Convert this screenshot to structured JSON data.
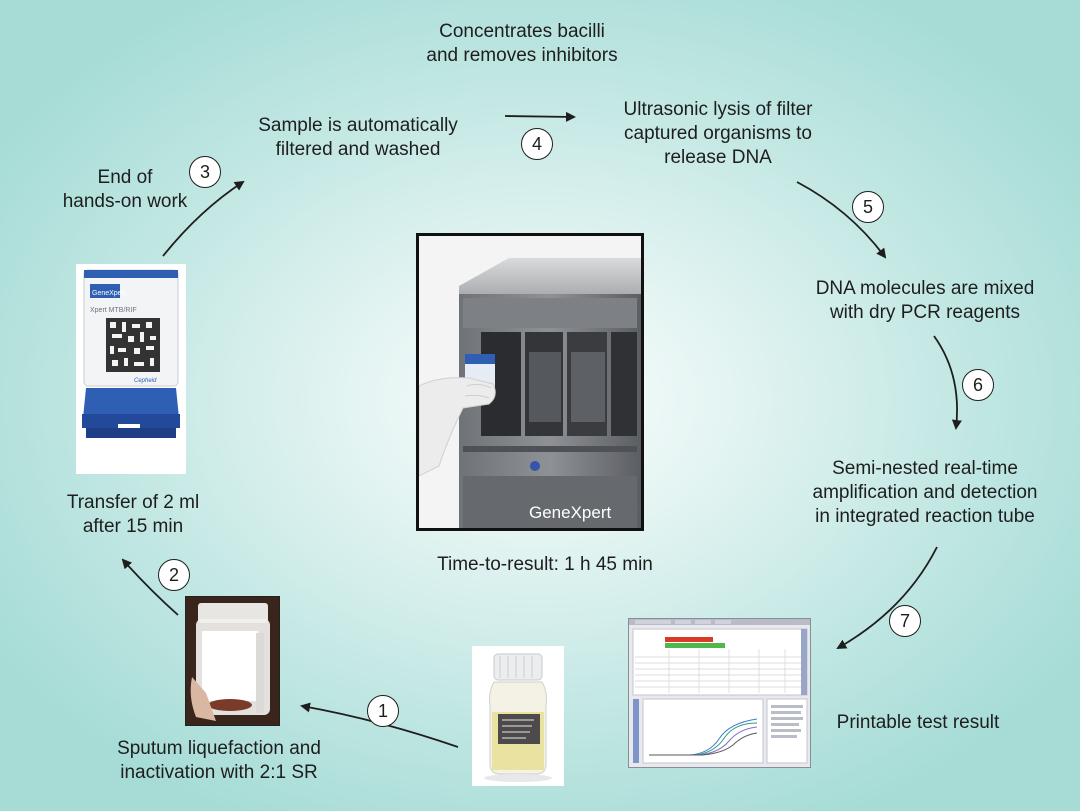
{
  "labels": {
    "concentrates": [
      "Concentrates bacilli",
      "and removes inhibitors"
    ],
    "sample_filtered": [
      "Sample is automatically",
      "filtered and washed"
    ],
    "ultrasonic": [
      "Ultrasonic lysis of filter",
      "captured organisms to",
      "release DNA"
    ],
    "end_hands_on": [
      "End of",
      "hands-on work"
    ],
    "dna_mixed": [
      "DNA molecules are mixed",
      "with dry PCR reagents"
    ],
    "transfer": [
      "Transfer of 2 ml",
      "after 15 min"
    ],
    "semi_nested": [
      "Semi-nested real-time",
      "amplification and detection",
      "in integrated reaction tube"
    ],
    "time_to_result": "Time-to-result: 1 h 45 min",
    "printable": "Printable test result",
    "sputum": [
      "Sputum liquefaction and",
      "inactivation with 2:1 SR"
    ]
  },
  "steps": [
    "1",
    "2",
    "3",
    "4",
    "5",
    "6",
    "7"
  ],
  "device": {
    "name": "GeneXpert"
  },
  "cartridge": {
    "brand": "GeneXpert",
    "assay": "Xpert MTB/RIF",
    "maker": "Cepheid"
  },
  "colors": {
    "arrow": "#1e1e1e",
    "background": "#bfe6e2",
    "cartridge_blue": "#2f5fb3"
  }
}
